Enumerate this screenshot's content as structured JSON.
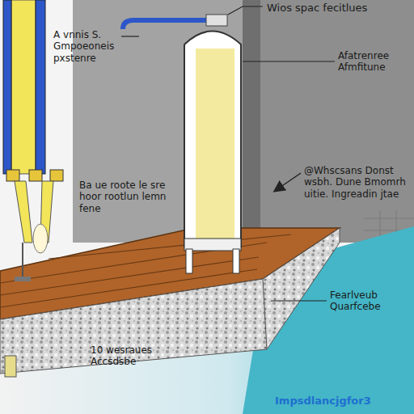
{
  "diagram": {
    "labels": [
      "Wios spac fecitlues",
      "A vnnis S. Gmpoeoneis pxstenre",
      "Afatrenree Afmfitune",
      "Ba ue roote le sre hoor rootlun lemn fene",
      "@Whscsans Donst wsbh. Dune Bmomrh uitie. Ingreadin jtae",
      "Fearlveub Quarfcebe",
      "10 wesraues Accsdsbe",
      "Impsdlancjgfor3"
    ]
  }
}
